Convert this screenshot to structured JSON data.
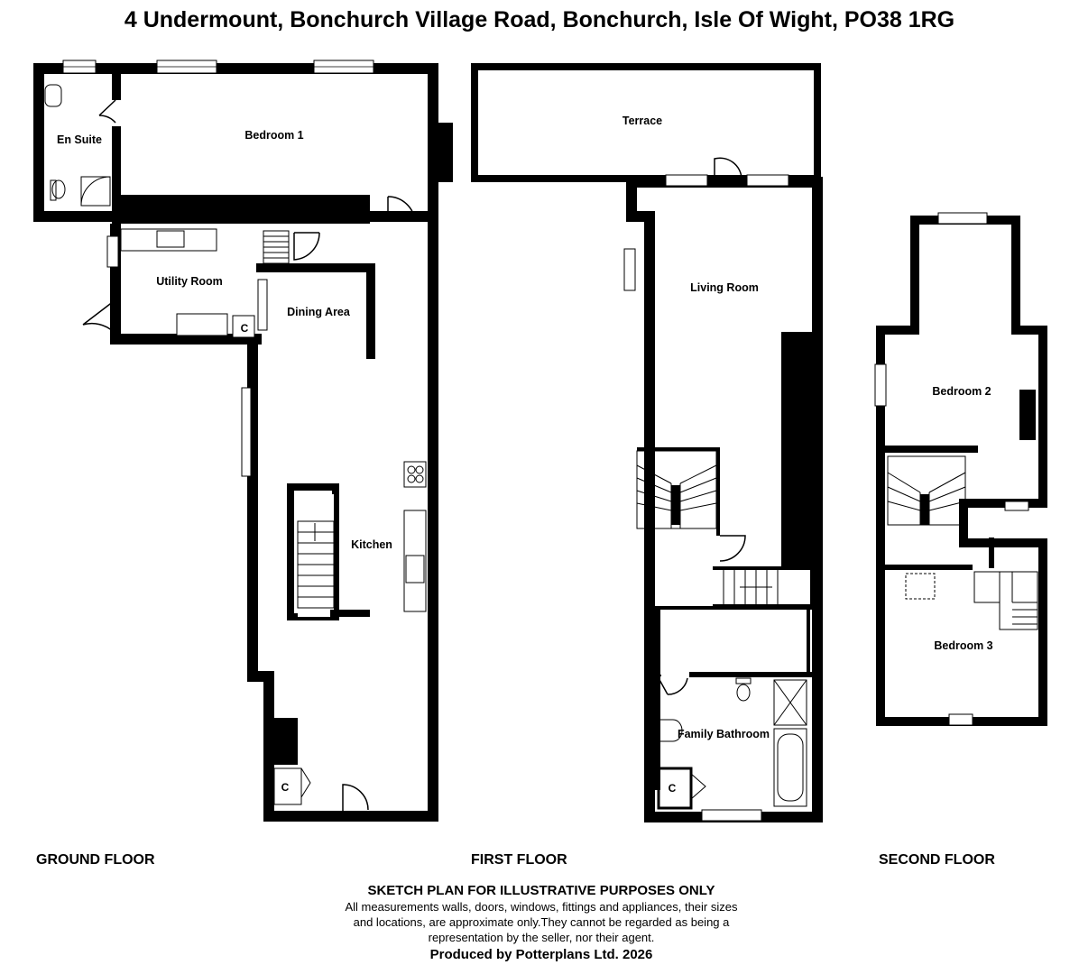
{
  "header": {
    "title": "4 Undermount, Bonchurch Village Road, Bonchurch, Isle Of Wight, PO38 1RG"
  },
  "floors": {
    "ground": {
      "label": "GROUND FLOOR",
      "rooms": {
        "en_suite": "En Suite",
        "bedroom_1": "Bedroom 1",
        "utility_room": "Utility Room",
        "dining_area": "Dining Area",
        "kitchen": "Kitchen"
      },
      "cupboards": [
        "C",
        "C"
      ]
    },
    "first": {
      "label": "FIRST FLOOR",
      "rooms": {
        "terrace": "Terrace",
        "living_room": "Living Room",
        "family_bathroom": "Family Bathroom"
      },
      "cupboards": [
        "C"
      ]
    },
    "second": {
      "label": "SECOND FLOOR",
      "rooms": {
        "bedroom_2": "Bedroom 2",
        "bedroom_3": "Bedroom 3"
      }
    }
  },
  "disclaimer": {
    "heading": "SKETCH PLAN FOR ILLUSTRATIVE PURPOSES ONLY",
    "body": "All measurements walls, doors, windows, fittings and appliances, their sizes\nand locations, are approximate only.They cannot be regarded as being a\nrepresentation by the seller, nor their agent.",
    "producer": "Produced by Potterplans Ltd. 2026"
  },
  "colors": {
    "wall": "#000000",
    "fixture": "#555555",
    "background": "#ffffff"
  }
}
